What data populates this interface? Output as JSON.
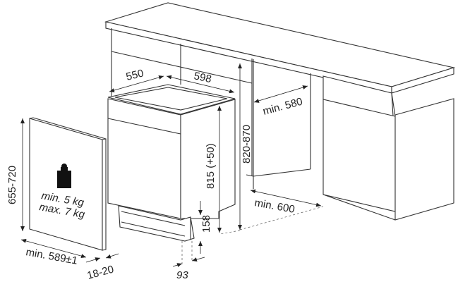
{
  "dimensions": {
    "depth": "550",
    "width": "598",
    "niche_depth": "min. 580",
    "niche_height": "820-870",
    "appliance_height": "815 (+50)",
    "plinth_height": "158",
    "niche_width": "min. 600",
    "panel_height": "655-720",
    "panel_weight_min": "min. 5 kg",
    "panel_weight_max": "max. 7 kg",
    "panel_width": "min. 589±1",
    "panel_thickness": "18-20",
    "plinth_depth": "93"
  },
  "icons": {
    "weight": "weight-icon"
  }
}
